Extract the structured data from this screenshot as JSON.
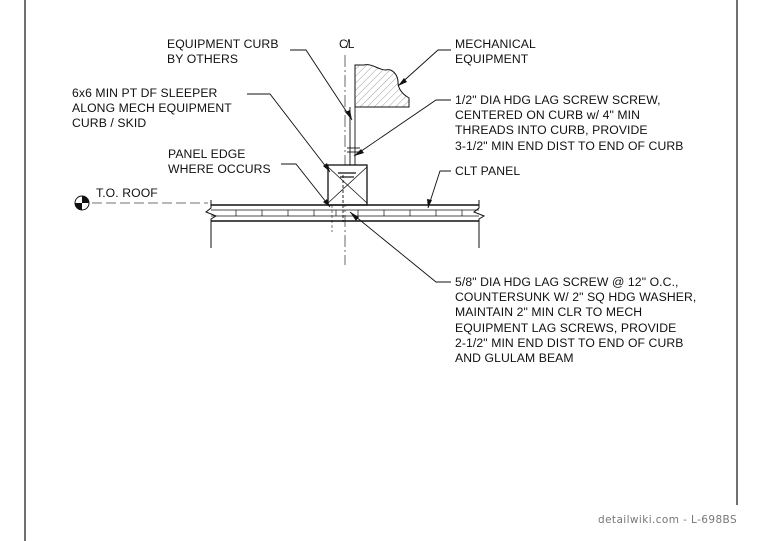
{
  "labels": {
    "equipment_curb": "EQUIPMENT CURB\nBY OTHERS",
    "sleeper": "6x6 MIN PT DF SLEEPER\nALONG MECH EQUIPMENT\nCURB / SKID",
    "panel_edge": "PANEL EDGE\nWHERE OCCURS",
    "to_roof": "T.O. ROOF",
    "mechanical_equipment": "MECHANICAL\nEQUIPMENT",
    "lag_screw_half": "1/2\" DIA HDG LAG SCREW SCREW,\nCENTERED ON CURB w/ 4\" MIN\nTHREADS INTO CURB, PROVIDE\n3-1/2\" MIN END DIST TO END OF CURB",
    "clt_panel": "CLT PANEL",
    "lag_screw_five_eighths": "5/8\" DIA HDG LAG SCREW @ 12\" O.C.,\nCOUNTERSUNK W/ 2\" SQ HDG WASHER,\nMAINTAIN 2\" MIN CLR TO MECH\nEQUIPMENT LAG SCREWS, PROVIDE\n2-1/2\" MIN END DIST TO END OF CURB\nAND GLULAM BEAM"
  },
  "centerline_symbol": "C̸L",
  "watermark": "detailwiki.com - L-698BS",
  "colors": {
    "line": "#111111",
    "hidden_line": "#555555",
    "hatch": "#666666",
    "watermark": "#777777"
  }
}
